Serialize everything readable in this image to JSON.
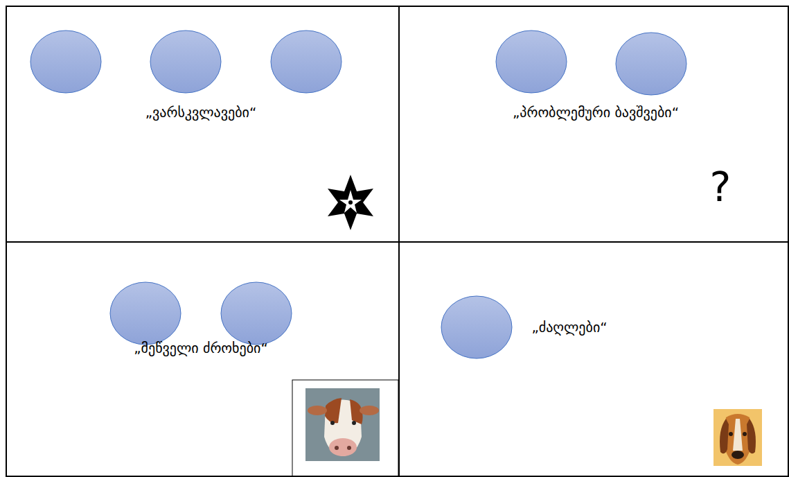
{
  "diagram": {
    "nodes": [
      {
        "text": [
          "„ვარსკვლავები“"
        ]
      },
      {
        "text": [
          "„პრობლემური ბავშვები“"
        ]
      },
      {
        "text": [
          "„მეწველი ძროხები“"
        ]
      },
      {
        "text": [
          "„ძაღლები“"
        ]
      }
    ],
    "labels": [
      "?"
    ]
  }
}
